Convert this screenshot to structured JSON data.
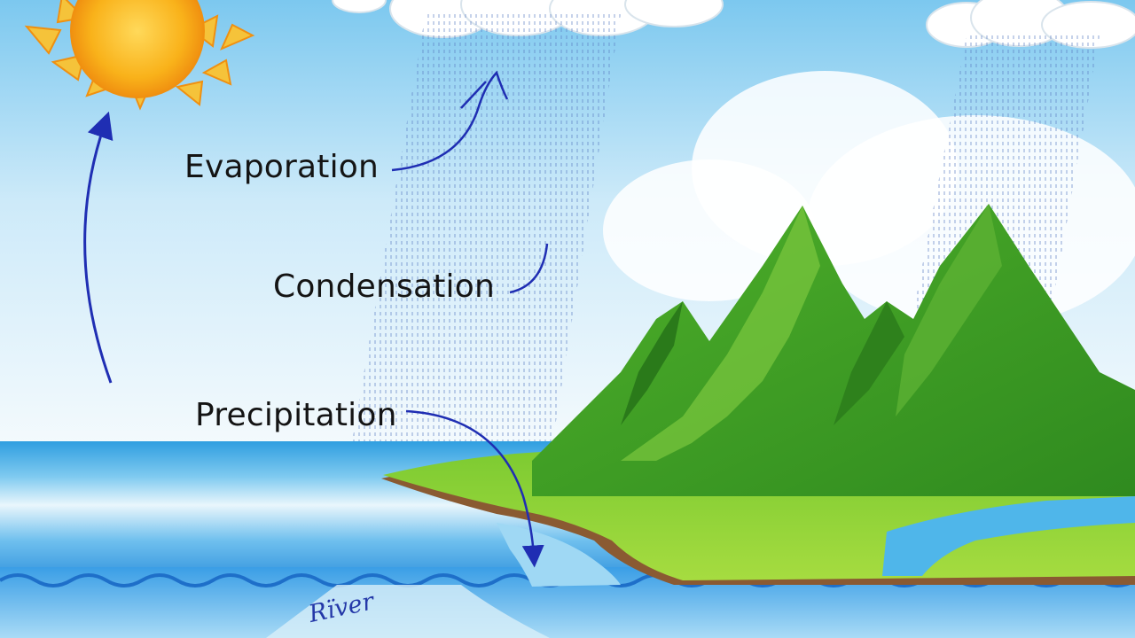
{
  "diagram": {
    "labels": {
      "evaporation": "Evaporation",
      "condensation": "Condensation",
      "precipitation": "Precipitation",
      "river": "Rïver"
    },
    "colors": {
      "sky_top": "#7cc8ef",
      "sky_bottom": "#f2f9fd",
      "sun": "#f7b21b",
      "sun_rays": "#f5c33a",
      "cloud": "#ffffff",
      "ocean": "#3fa9e4",
      "ocean_deep": "#1e86d4",
      "mountain_light": "#6cc23a",
      "mountain_dark": "#2f8a1f",
      "grass": "#7ccd2e",
      "shore": "#8a5a32",
      "arrow": "#1f2eb3",
      "rain": "#5d7fc4"
    },
    "icons": [
      "sun-icon",
      "cloud-icon",
      "rain-icon",
      "arrow-icon"
    ]
  }
}
